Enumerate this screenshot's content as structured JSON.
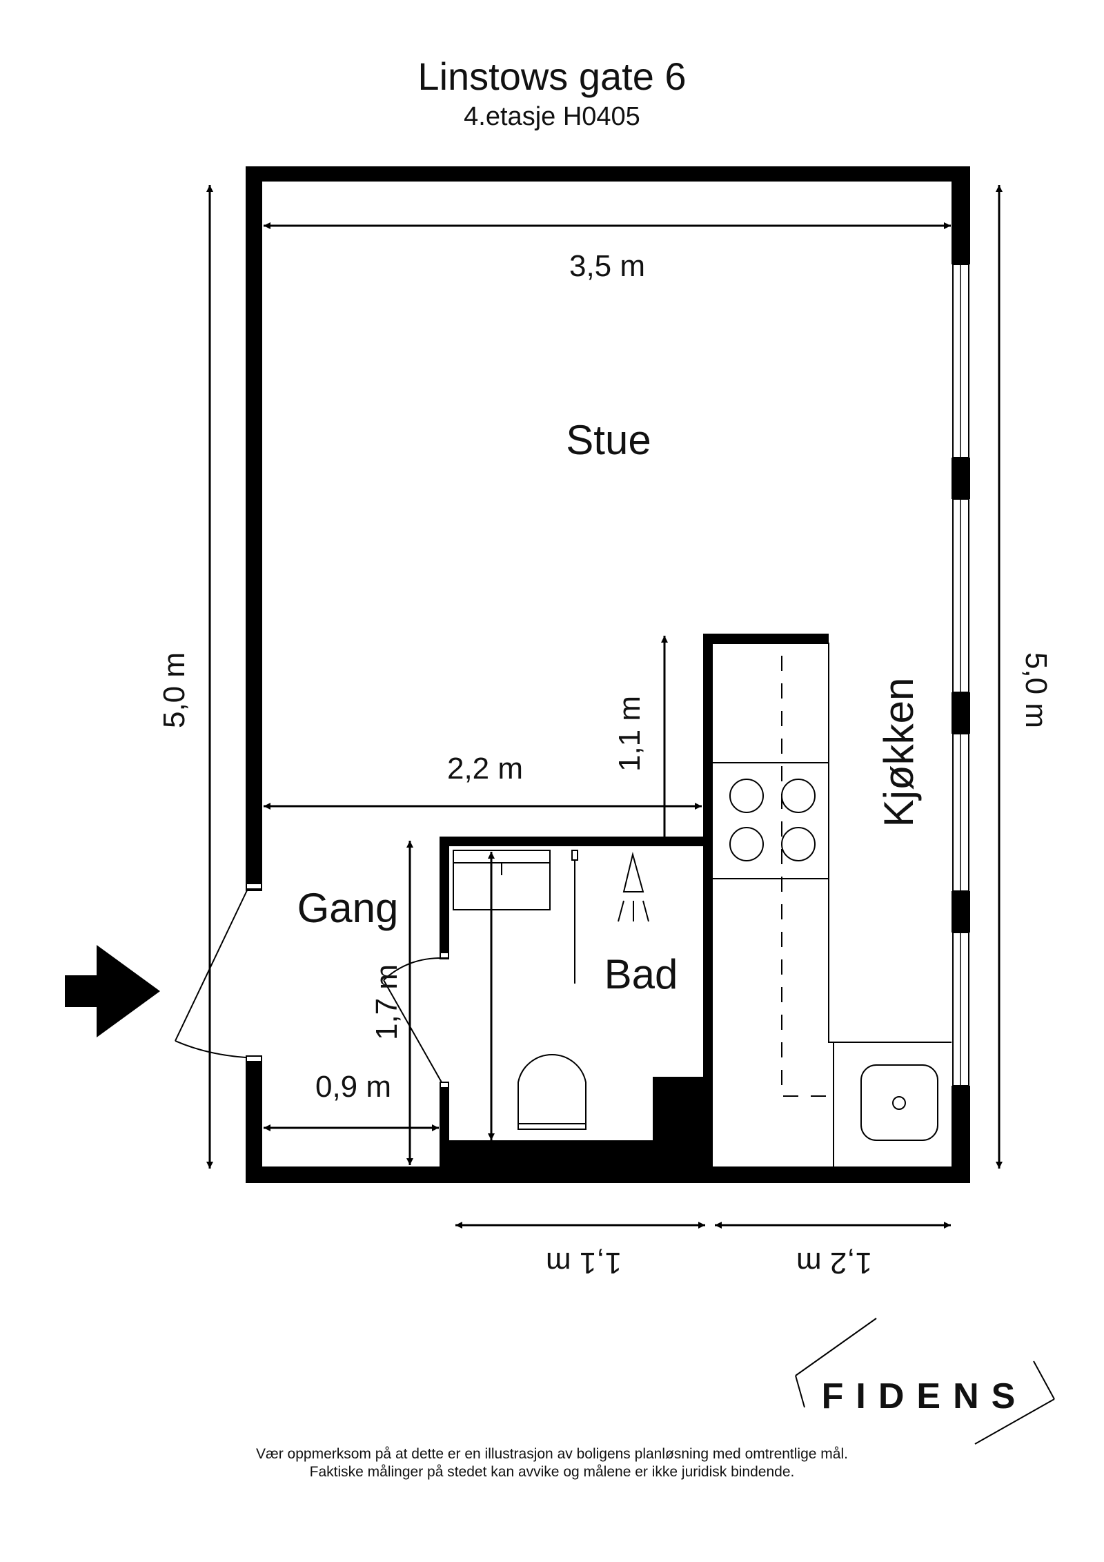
{
  "header": {
    "title": "Linstows gate 6",
    "subtitle": "4.etasje H0405"
  },
  "rooms": {
    "stue": "Stue",
    "kjokken": "Kjøkken",
    "gang": "Gang",
    "bad": "Bad"
  },
  "dimensions": {
    "top_width": "3,5 m",
    "left_height": "5,0 m",
    "right_height": "5,0 m",
    "stue_lower_width": "2,2 m",
    "kitchen_offset": "1,1 m",
    "gang_height": "1,7 m",
    "gang_width": "0,9 m",
    "bottom_bad": "1,1 m",
    "bottom_kitchen": "1,2 m"
  },
  "brand": {
    "logo_text": "FIDENS"
  },
  "footer": {
    "line1": "Vær oppmerksom på at dette er en illustrasjon av boligens planløsning med omtrentlige mål.",
    "line2": "Faktiske målinger på stedet kan avvike og målene er ikke juridisk bindende."
  },
  "colors": {
    "wall": "#000000",
    "background": "#ffffff"
  }
}
